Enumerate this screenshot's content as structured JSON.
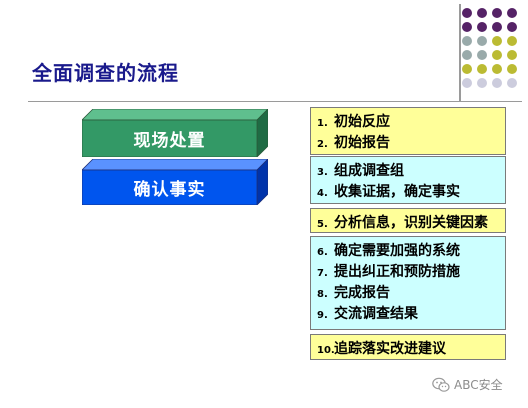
{
  "title": "全面调查的流程",
  "phases": [
    {
      "label": "现场处置",
      "color": "#339966"
    },
    {
      "label": "确认事实",
      "color": "#0055ee"
    }
  ],
  "step_groups": [
    {
      "color": "yellow",
      "steps": [
        {
          "num": "1.",
          "text": "初始反应"
        },
        {
          "num": "2.",
          "text": "初始报告"
        }
      ]
    },
    {
      "color": "cyan",
      "steps": [
        {
          "num": "3.",
          "text": "组成调查组"
        },
        {
          "num": "4.",
          "text": "收集证据，确定事实"
        }
      ]
    },
    {
      "color": "yellow",
      "steps": [
        {
          "num": "5.",
          "text": "分析信息，识别关键因素"
        }
      ]
    },
    {
      "color": "cyan",
      "steps": [
        {
          "num": "6.",
          "text": "确定需要加强的系统"
        },
        {
          "num": "7.",
          "text": "提出纠正和预防措施"
        },
        {
          "num": "8.",
          "text": "完成报告"
        },
        {
          "num": "9.",
          "text": "交流调查结果"
        }
      ]
    },
    {
      "color": "yellow",
      "steps": [
        {
          "num": "10.",
          "text": "追踪落实改进建议"
        }
      ]
    }
  ],
  "watermark": {
    "text": "ABC安全",
    "icon": "wechat-icon"
  },
  "decor_dot_colors": [
    "#552266",
    "#99aaaa",
    "#bbbb33",
    "#ccccdd"
  ]
}
